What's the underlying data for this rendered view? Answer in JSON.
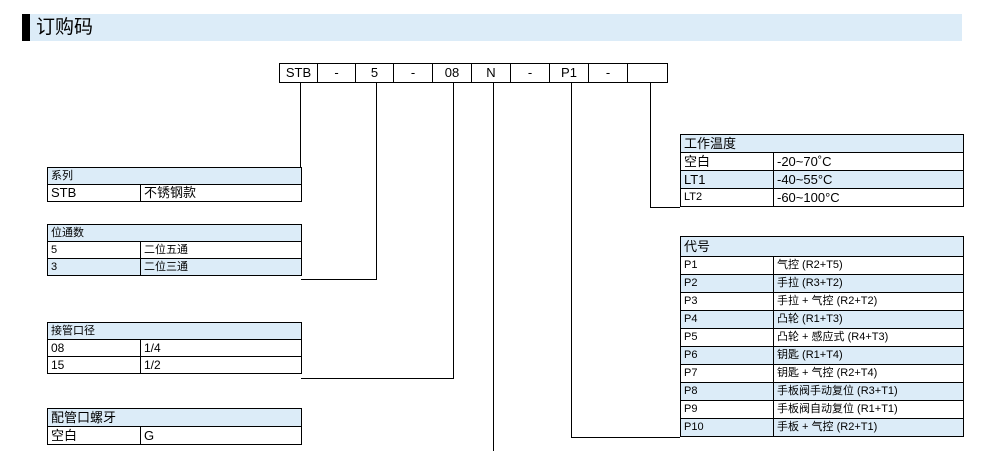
{
  "title": "订购码",
  "code_cells": [
    "STB",
    "-",
    "5",
    "-",
    "08",
    "N",
    "-",
    "P1",
    "-",
    ""
  ],
  "series": {
    "header": "系列",
    "rows": [
      [
        "STB",
        "不锈钢款"
      ]
    ]
  },
  "positions": {
    "header": "位通数",
    "rows": [
      [
        "5",
        "二位五通"
      ],
      [
        "3",
        "二位三通"
      ]
    ]
  },
  "port_size": {
    "header": "接管口径",
    "rows": [
      [
        "08",
        "1/4"
      ],
      [
        "15",
        "1/2"
      ]
    ]
  },
  "port_thread": {
    "header": "配管口螺牙",
    "rows": [
      [
        "空白",
        "G"
      ]
    ]
  },
  "work_temp": {
    "header": "工作温度",
    "rows": [
      [
        "空白",
        "-20~70˚C"
      ],
      [
        "LT1",
        "-40~55°C"
      ],
      [
        "LT2",
        "-60~100°C"
      ]
    ]
  },
  "code_table": {
    "header": "代号",
    "rows": [
      [
        "P1",
        "气控 (R2+T5)"
      ],
      [
        "P2",
        "手拉 (R3+T2)"
      ],
      [
        "P3",
        "手拉 + 气控 (R2+T2)"
      ],
      [
        "P4",
        "凸轮 (R1+T3)"
      ],
      [
        "P5",
        "凸轮 + 感应式 (R4+T3)"
      ],
      [
        "P6",
        "钥匙 (R1+T4)"
      ],
      [
        "P7",
        "钥匙 + 气控 (R2+T4)"
      ],
      [
        "P8",
        "手板阀手动复位 (R3+T1)"
      ],
      [
        "P9",
        "手板阀自动复位 (R1+T1)"
      ],
      [
        "P10",
        "手板 + 气控 (R2+T1)"
      ]
    ]
  }
}
